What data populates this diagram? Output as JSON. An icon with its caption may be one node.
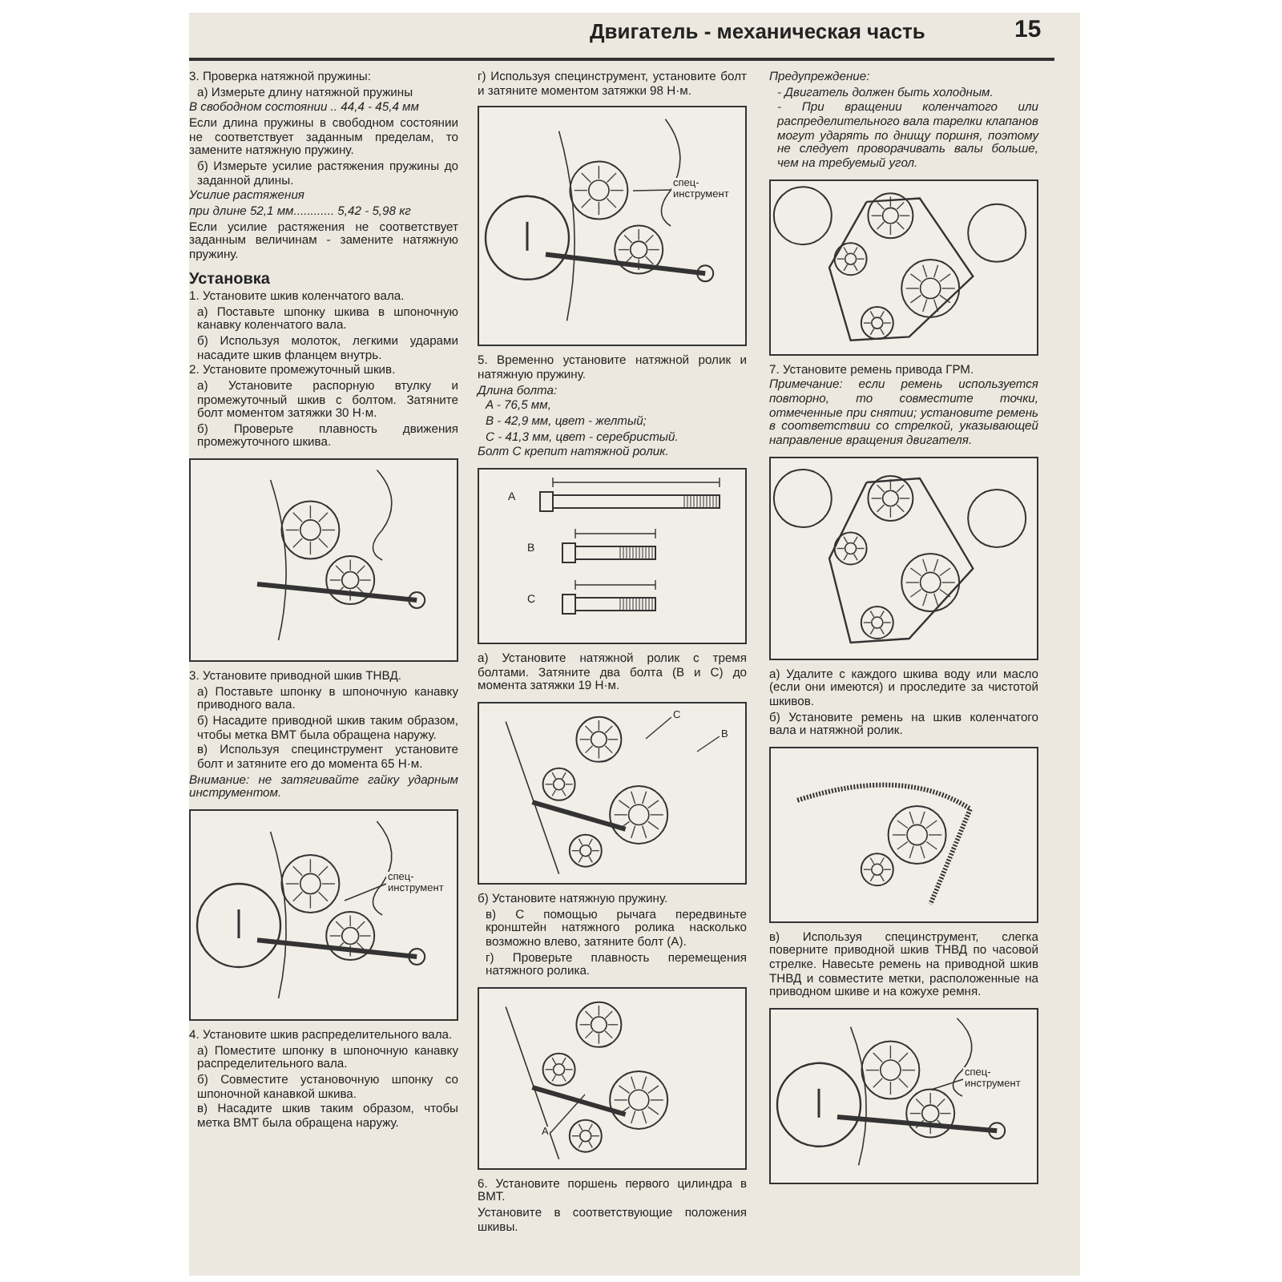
{
  "diagram": {
    "title": "Двигатель - механическая часть",
    "nodes": [
      {
        "text": [
          "спец-инструмент"
        ]
      },
      {
        "text": [
          "спец-инструмент"
        ]
      },
      {
        "text": [
          "C"
        ]
      },
      {
        "text": [
          "B"
        ]
      },
      {
        "text": [
          "A"
        ]
      },
      {
        "text": [
          "спец-инструмент"
        ]
      }
    ],
    "edges": [
      {
        "from": 0,
        "to": null,
        "arrow": "none"
      },
      {
        "from": 1,
        "to": null,
        "arrow": "none"
      },
      {
        "from": 2,
        "to": null,
        "arrow": "none"
      },
      {
        "from": 3,
        "to": null,
        "arrow": "none"
      },
      {
        "from": 4,
        "to": null,
        "arrow": "none"
      },
      {
        "from": 5,
        "to": null,
        "arrow": "none"
      }
    ],
    "labels": [
      "15",
      "3. Проверка натяжной пружины:",
      "а) Измерьте длину натяжной пружины",
      "В свободном состоянии .. 44,4 - 45,4 мм",
      "Если длина пружины в свободном состоянии не соответствует заданным пределам, то замените натяжную пружину.",
      "б) Измерьте усилие растяжения пружины до заданной длины.",
      "Усилие растяжения",
      "при длине 52,1 мм............ 5,42 - 5,98 кг",
      "Если усилие растяжения не соответствует заданным величинам - замените натяжную пружину.",
      "Установка",
      "1. Установите шкив коленчатого вала.",
      "а) Поставьте шпонку шкива в шпоночную канавку коленчатого вала.",
      "б) Используя молоток, легкими ударами насадите шкив фланцем внутрь.",
      "2. Установите промежуточный шкив.",
      "а) Установите распорную втулку и промежуточный шкив с болтом. Затяните болт моментом затяжки 30 Н·м.",
      "б) Проверьте плавность движения промежуточного шкива.",
      "3. Установите приводной шкив ТНВД.",
      "а) Поставьте шпонку в шпоночную канавку приводного вала.",
      "б) Насадите приводной шкив таким образом, чтобы метка ВМТ была обращена наружу.",
      "в) Используя специнструмент установите болт и затяните его до момента 65 Н·м.",
      "Внимание: не затягивайте гайку ударным инструментом.",
      "4. Установите шкив распределительного вала.",
      "а) Поместите шпонку в шпоночную канавку распределительного вала.",
      "б) Совместите установочную шпонку со шпоночной канавкой шкива.",
      "в) Насадите шкив таким образом, чтобы метка ВМТ была обращена наружу.",
      "г) Используя специнструмент, установите болт и затяните моментом затяжки 98 Н·м.",
      "5. Временно установите натяжной ролик и натяжную пружину.",
      "Длина болта:",
      "A - 76,5 мм,",
      "B - 42,9 мм, цвет - желтый;",
      "C - 41,3 мм, цвет - серебристый.",
      "Болт C крепит натяжной ролик.",
      "A",
      "B",
      "C",
      "а) Установите натяжной ролик с тремя болтами. Затяните два болта (B и C) до момента затяжки 19 Н·м.",
      "б) Установите натяжную пружину.",
      "в) С помощью рычага передвиньте кронштейн натяжного ролика насколько возможно влево, затяните болт (A).",
      "г) Проверьте плавность перемещения натяжного ролика.",
      "6. Установите поршень первого цилиндра в ВМТ.",
      "Установите в соответствующие положения шкивы.",
      "Предупреждение:",
      "- Двигатель должен быть холодным.",
      "- При вращении коленчатого или распределительного вала тарелки клапанов могут ударять по днищу поршня, поэтому не следует проворачивать валы больше, чем на требуемый угол.",
      "7. Установите ремень привода ГРМ.",
      "Примечание: если ремень используется повторно, то совместите точки, отмеченные при снятии; установите ремень в соответствии со стрелкой, указывающей направление вращения двигателя.",
      "а) Удалите с каждого шкива воду или масло (если они имеются) и проследите за чистотой шкивов.",
      "б) Установите ремень на шкив коленчатого вала и натяжной ролик.",
      "в) Используя специнструмент, слегка поверните приводной шкив ТНВД по часовой стрелке. Навесьте ремень на приводной шкив ТНВД и совместите метки, расположенные на приводном шкиве и на кожухе ремня."
    ]
  }
}
